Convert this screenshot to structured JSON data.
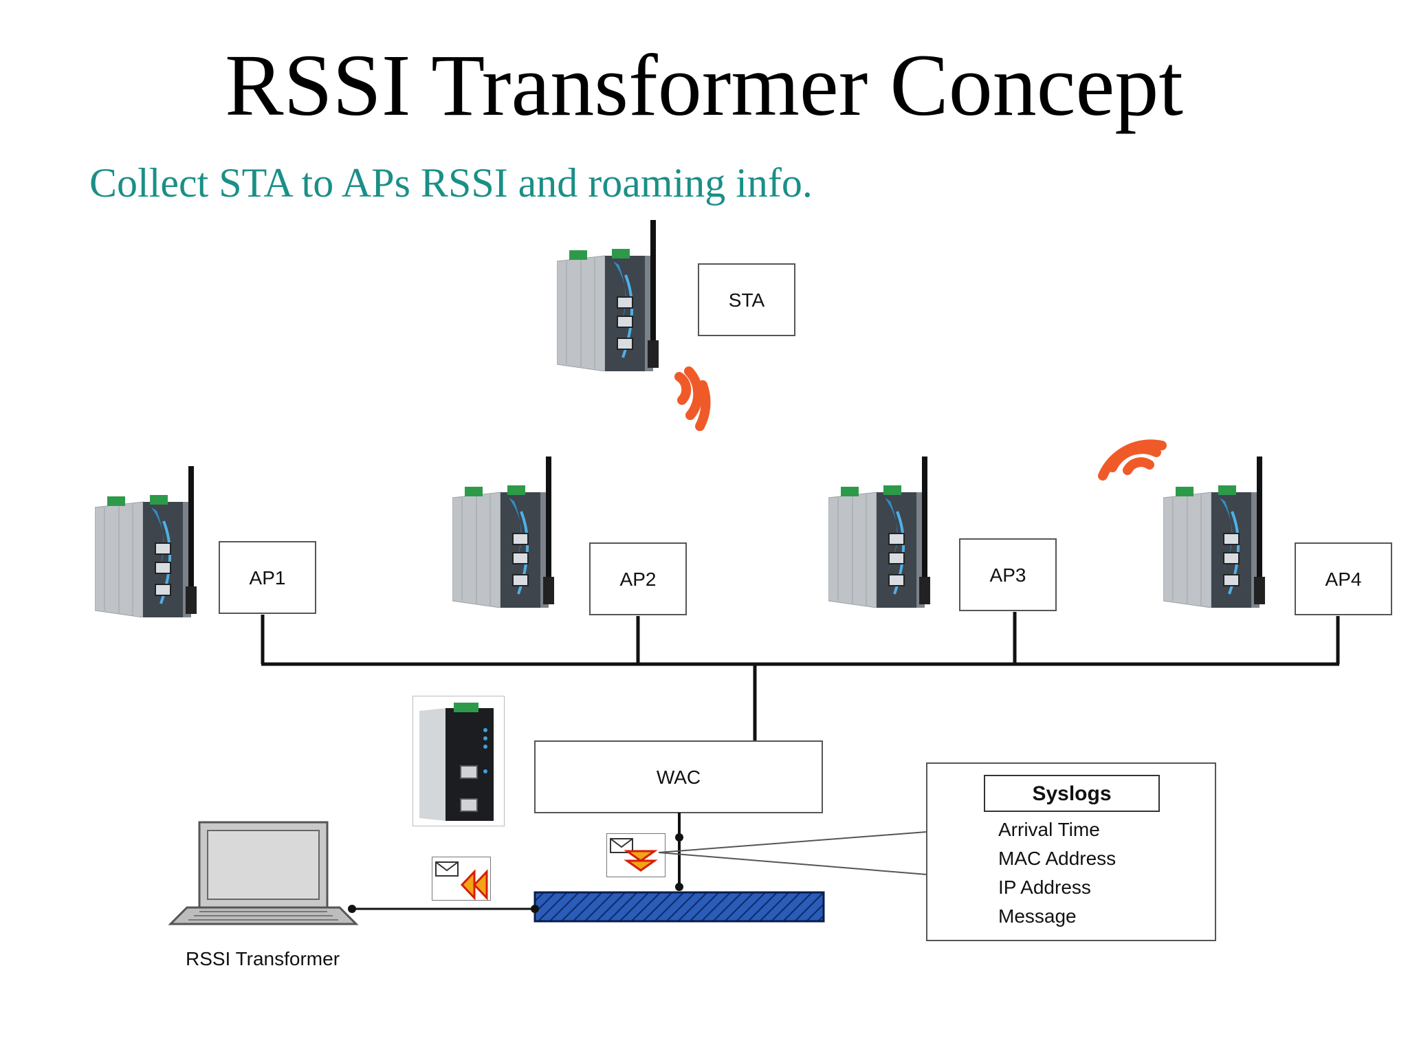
{
  "slide": {
    "title": "RSSI Transformer Concept",
    "subtitle": "Collect STA to APs RSSI and roaming info."
  },
  "nodes": {
    "sta": "STA",
    "ap1": "AP1",
    "ap2": "AP2",
    "ap3": "AP3",
    "ap4": "AP4",
    "wac": "WAC",
    "rssi_transformer": "RSSI Transformer"
  },
  "syslogs": {
    "heading": "Syslogs",
    "fields": [
      "Arrival Time",
      "MAC Address",
      "IP Address",
      "Message"
    ]
  },
  "colors": {
    "subtitle": "#1a8f87",
    "wifi_signal": "#f05a28",
    "bus": "#1f4fa8",
    "arrow_fill": "#f2a516",
    "arrow_stroke": "#d81e05"
  },
  "icons": {
    "device": "industrial-wireless-ap-icon",
    "controller": "wireless-access-controller-icon",
    "computer": "laptop-icon",
    "signal": "wifi-signal-icon",
    "message": "syslog-envelope-icon"
  }
}
